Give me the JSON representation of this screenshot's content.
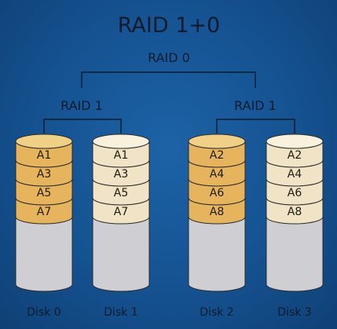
{
  "title": "RAID 1+0",
  "top_group": {
    "label": "RAID 0"
  },
  "mirror_groups": [
    {
      "label": "RAID 1",
      "disks": [
        {
          "label": "Disk 0",
          "blocks": [
            "A1",
            "A3",
            "A5",
            "A7"
          ],
          "variant": "primary"
        },
        {
          "label": "Disk 1",
          "blocks": [
            "A1",
            "A3",
            "A5",
            "A7"
          ],
          "variant": "mirror"
        }
      ]
    },
    {
      "label": "RAID 1",
      "disks": [
        {
          "label": "Disk 2",
          "blocks": [
            "A2",
            "A4",
            "A6",
            "A8"
          ],
          "variant": "primary"
        },
        {
          "label": "Disk 3",
          "blocks": [
            "A2",
            "A4",
            "A6",
            "A8"
          ],
          "variant": "mirror"
        }
      ]
    }
  ],
  "colors": {
    "primary_fill": "#e5b45c",
    "primary_top": "#f0cf86",
    "mirror_fill": "#f1e4c6",
    "mirror_top": "#faf1dc",
    "disk_body": "#cfcfd3",
    "line": "#0b1b2e"
  }
}
